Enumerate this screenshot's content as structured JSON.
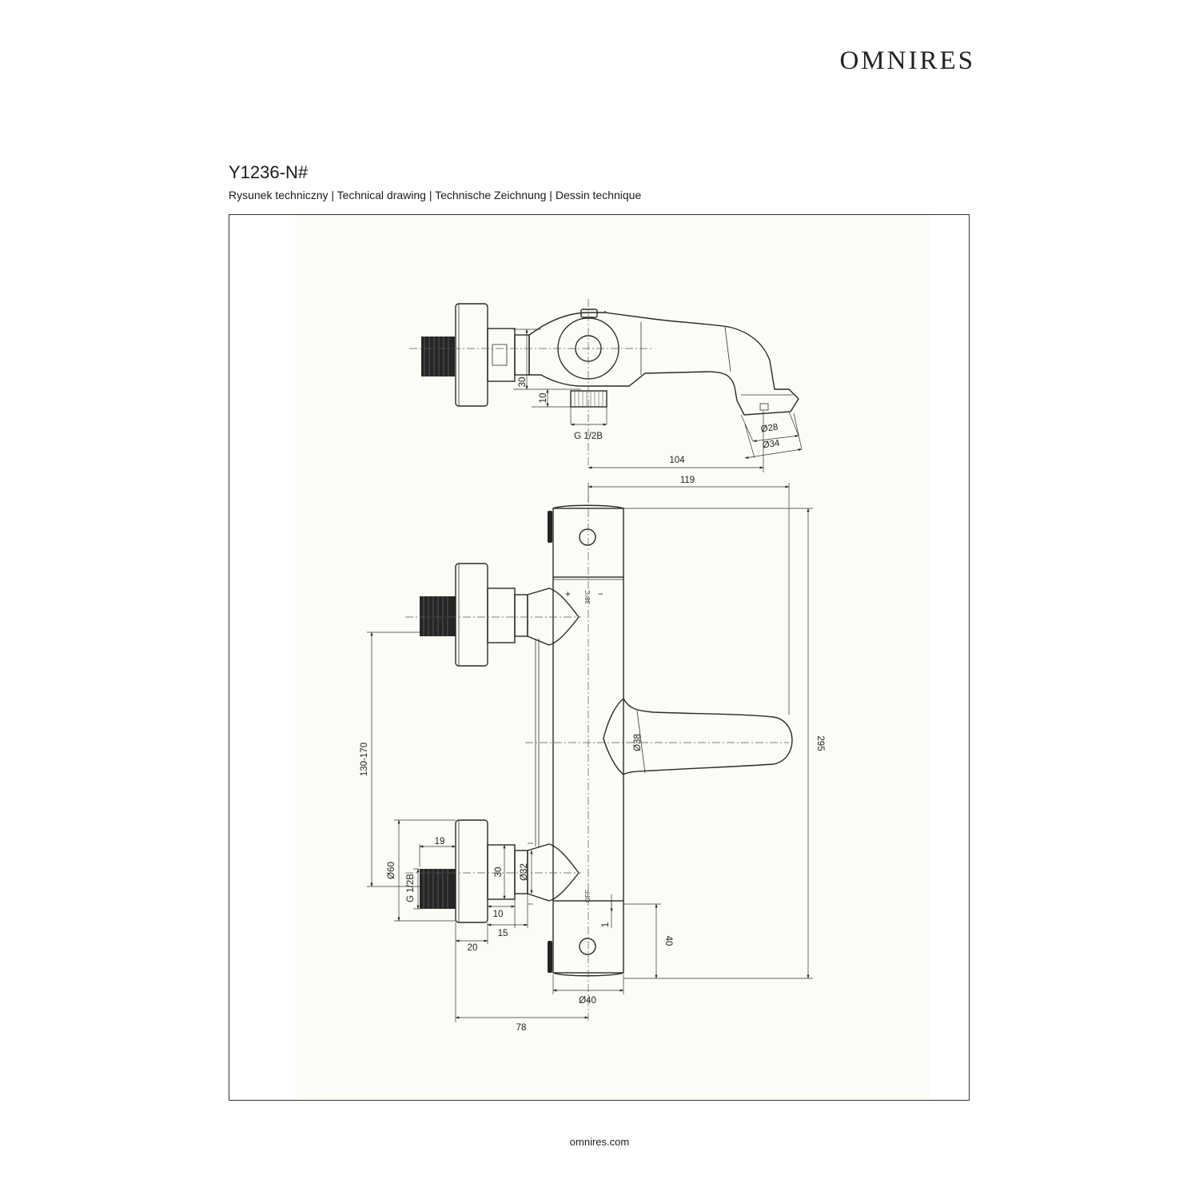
{
  "brand": "OMNIRES",
  "product_code": "Y1236-N#",
  "subtitle": "Rysunek techniczny | Technical drawing | Technische Zeichnung | Dessin technique",
  "footer": "omnires.com",
  "dims": {
    "d30_top": "30",
    "d10_top": "10",
    "g12_top": "G 1/2B",
    "phi28": "Ø28",
    "phi34": "Ø34",
    "d104": "104",
    "d119": "119",
    "d295": "295",
    "d130_170": "130-170",
    "phi38": "Ø38",
    "d19": "19",
    "phi60": "Ø60",
    "g12_left": "G 1/2B",
    "d30_mid": "30",
    "phi32": "Ø32",
    "d10_bot": "10",
    "d15": "15",
    "d20": "20",
    "d1": "1",
    "d40": "40",
    "phi40": "Ø40",
    "d78": "78"
  },
  "markings": {
    "plus": "+",
    "temp": "38°C",
    "minus": "−",
    "off": "OFF"
  }
}
